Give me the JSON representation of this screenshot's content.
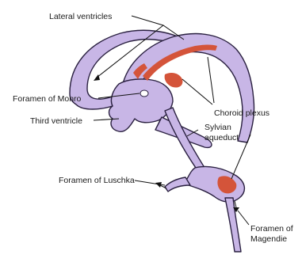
{
  "labels": {
    "lateral_ventricles": "Lateral ventricles",
    "foramen_of_monro": "Foramen of Monro",
    "third_ventricle": "Third ventricle",
    "choroid_plexus": "Choroid plexus",
    "sylvian_line1": "Sylvian",
    "sylvian_line2": "aqueduct",
    "foramen_of_luschka": "Foramen of Luschka",
    "magendie_line1": "Foramen of",
    "magendie_line2": "Magendie"
  },
  "colors": {
    "ventricle_fill": "#c8b6e6",
    "choroid_plexus": "#d4543a",
    "outline": "#2a2040"
  }
}
